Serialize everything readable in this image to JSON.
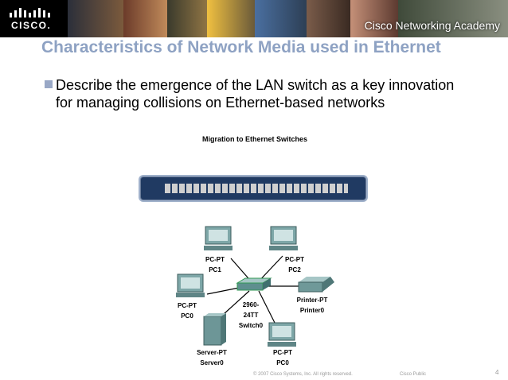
{
  "header": {
    "brand": "CISCO.",
    "academy": "Cisco Networking Academy"
  },
  "slide": {
    "title": "Characteristics of Network Media used in Ethernet",
    "bullet": "Describe the emergence of the LAN switch as a key innovation for managing collisions on Ethernet-based networks"
  },
  "figure": {
    "title": "Migration to Ethernet Switches",
    "nodes": {
      "pc1": {
        "type": "PC-PT",
        "name": "PC1"
      },
      "pc2": {
        "type": "PC-PT",
        "name": "PC2"
      },
      "pc0_left": {
        "type": "PC-PT",
        "name": "PC0"
      },
      "switch": {
        "type": "2960-",
        "model": "24TT",
        "name": "Switch0"
      },
      "printer": {
        "type": "Printer-PT",
        "name": "Printer0"
      },
      "server": {
        "type": "Server-PT",
        "name": "Server0"
      },
      "pc0_bottom": {
        "type": "PC-PT",
        "name": "PC0"
      }
    }
  },
  "footer": {
    "copyright": "© 2007 Cisco Systems, Inc. All rights reserved.",
    "classification": "Cisco Public",
    "page": "4"
  }
}
